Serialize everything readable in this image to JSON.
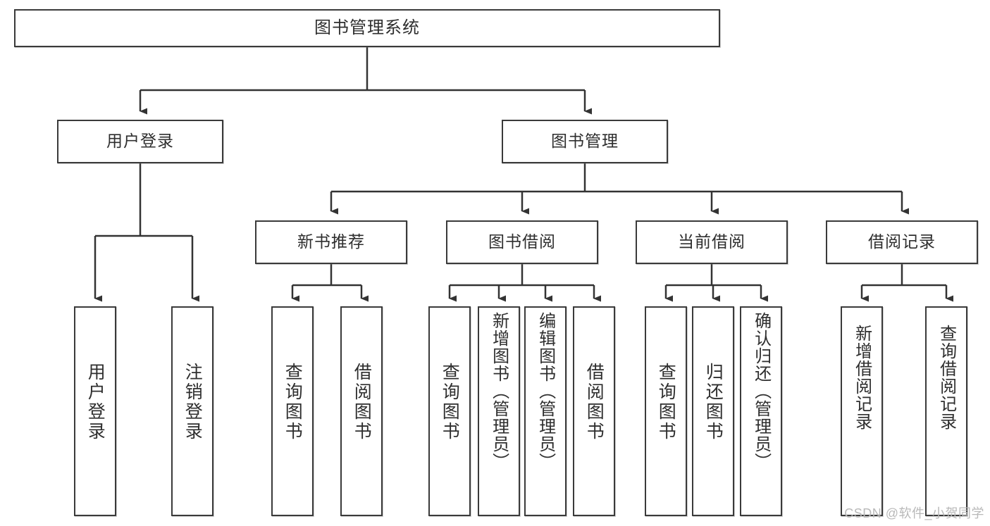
{
  "diagram": {
    "type": "tree-hierarchy",
    "title": "图书管理系统",
    "orientation": "top-down",
    "edge_color": "#333333",
    "box_border_color": "#3a3a3a",
    "background": "#ffffff",
    "watermark": "CSDN @软件_小贺同学"
  },
  "nodes": {
    "root": {
      "label": "图书管理系统",
      "level": 0
    },
    "level1": [
      {
        "id": "user-login",
        "label": "用户登录"
      },
      {
        "id": "book-manage",
        "label": "图书管理"
      }
    ],
    "level2": [
      {
        "id": "new-book-recommend",
        "label": "新书推荐",
        "parent": "book-manage"
      },
      {
        "id": "book-borrow",
        "label": "图书借阅",
        "parent": "book-manage"
      },
      {
        "id": "current-borrow",
        "label": "当前借阅",
        "parent": "book-manage"
      },
      {
        "id": "borrow-record",
        "label": "借阅记录",
        "parent": "book-manage"
      }
    ],
    "leaves": {
      "user-login": [
        {
          "id": "leaf-user-login",
          "label": "用户登录"
        },
        {
          "id": "leaf-user-logout",
          "label": "注销登录"
        }
      ],
      "new-book-recommend": [
        {
          "id": "leaf-query-book-1",
          "label": "查询图书"
        },
        {
          "id": "leaf-borrow-book-1",
          "label": "借阅图书"
        }
      ],
      "book-borrow": [
        {
          "id": "leaf-query-book-2",
          "label": "查询图书"
        },
        {
          "id": "leaf-add-book",
          "label": "新增图书（管理员）"
        },
        {
          "id": "leaf-edit-book",
          "label": "编辑图书（管理员）"
        },
        {
          "id": "leaf-borrow-book-2",
          "label": "借阅图书"
        }
      ],
      "current-borrow": [
        {
          "id": "leaf-query-book-3",
          "label": "查询图书"
        },
        {
          "id": "leaf-return-book",
          "label": "归还图书"
        },
        {
          "id": "leaf-confirm-return",
          "label": "确认归还（管理员）"
        }
      ],
      "borrow-record": [
        {
          "id": "leaf-add-record",
          "label": "新增借阅记录"
        },
        {
          "id": "leaf-query-record",
          "label": "查询借阅记录"
        }
      ]
    }
  }
}
